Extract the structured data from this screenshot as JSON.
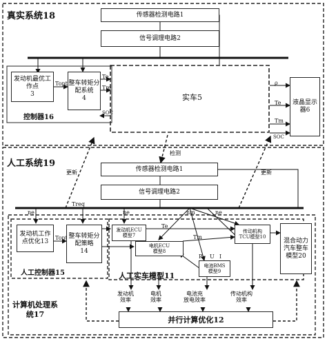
{
  "real_system": {
    "title": "真实系统18",
    "sensor": "传感器检测电路1",
    "signal": "信号调理电路2",
    "controller_label": "控制器16",
    "engine_opt": "发动机最优工作点\n3",
    "torque_dist": "整车转矩分配系统\n4",
    "vehicle": "实车5",
    "lcd": "液晶显示器6",
    "topt": "Topt",
    "te": "Te",
    "tm": "Tm",
    "soc": "SOC",
    "rho": "ρ",
    "te_r": "Te",
    "tm_r": "Tm",
    "soc_r": "SOC"
  },
  "artificial_system": {
    "title": "人工系统19",
    "detect": "检测",
    "update_left": "更新",
    "update_right": "更新",
    "sensor": "传感器检测电路1",
    "signal": "信号调理电路2",
    "ne": "ne",
    "treq": "Treq",
    "ne2": "ne",
    "nm": "nm",
    "ne3": "ne",
    "engine_opt": "发动机工作点优化13",
    "topt": "Topt",
    "torque_dist": "整车转矩分配策略\n14",
    "art_controller": "人工控制器15",
    "engine_ecu": "发动机ECU\n模型7",
    "te": "Te",
    "motor_ecu": "电机ECU\n模型8",
    "tm": "Tm",
    "tcu": "传动机构\nTCU模型10",
    "hybrid": "混合动力汽车整车模型20",
    "bms": "电池BMS\n模型9",
    "p": "P",
    "u": "U",
    "i": "I",
    "art_vehicle": "人工实车模型11"
  },
  "computer_system": {
    "title": "计算机处理系\n统17",
    "eff1": "发动机\n效率",
    "eff2": "电机\n效率",
    "eff3": "电池充\n放电效率",
    "eff4": "传动机构\n效率",
    "parallel": "并行计算优化12"
  }
}
